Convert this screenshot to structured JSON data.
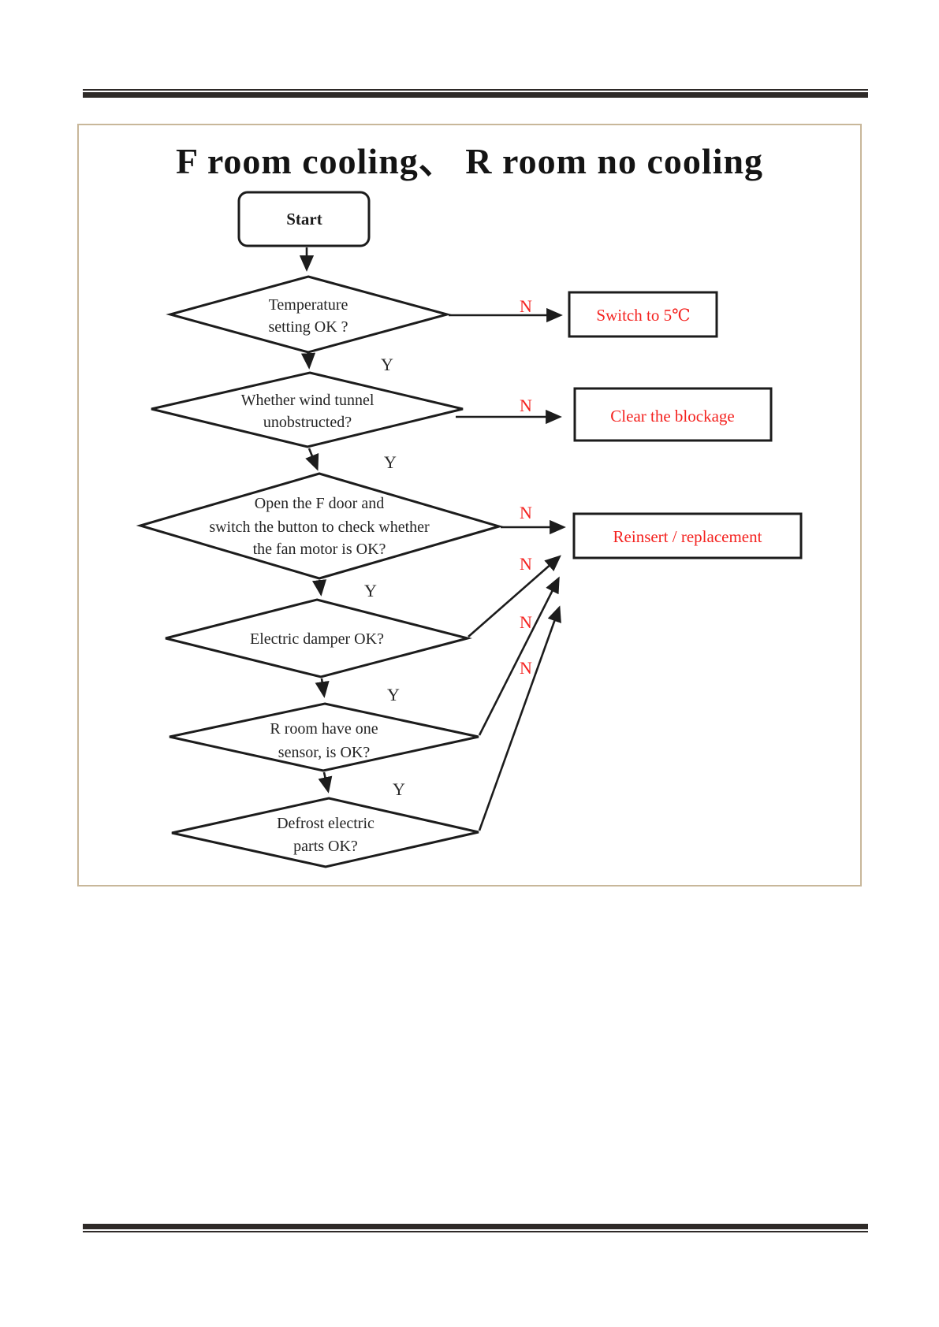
{
  "page": {
    "title": "F room cooling、 R room no cooling"
  },
  "flowchart": {
    "start_label": "Start",
    "yes_label": "Y",
    "no_label": "N",
    "decisions": [
      {
        "lines": [
          "Temperature",
          "setting OK ?"
        ]
      },
      {
        "lines": [
          "Whether wind tunnel",
          "unobstructed?"
        ]
      },
      {
        "lines": [
          "Open the F door and",
          "switch the button to check whether",
          "the fan motor is OK?"
        ]
      },
      {
        "lines": [
          "Electric damper OK?"
        ]
      },
      {
        "lines": [
          "R room have one",
          "sensor, is OK?"
        ]
      },
      {
        "lines": [
          "Defrost electric",
          "parts OK?"
        ]
      }
    ],
    "actions": [
      {
        "label": "Switch to 5℃"
      },
      {
        "label": "Clear the blockage"
      },
      {
        "label": "Reinsert / replacement"
      }
    ]
  },
  "colors": {
    "action_text": "#f42320",
    "n_label": "#f42320",
    "shape_outline": "#1c1c1c",
    "frame_border": "#c8b79a",
    "page_rule": "#2e2a28"
  }
}
